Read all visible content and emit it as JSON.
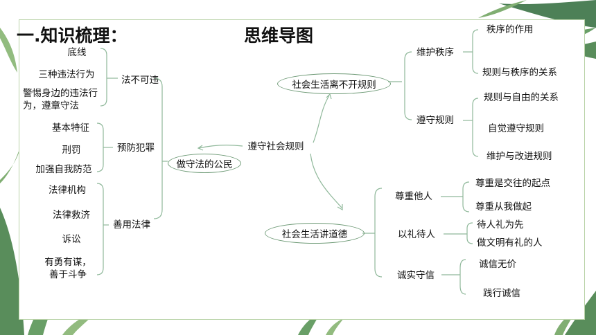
{
  "page": {
    "heading": "一.知识梳理：",
    "diagram_title": "思维导图"
  },
  "mindmap": {
    "root": "做守法的公民",
    "hub": "遵守社会规则",
    "law_branch": {
      "fabuke": {
        "label": "法不可违",
        "items": [
          "底线",
          "三种违法行为",
          "警惕身边的违法行为，遵章守法"
        ]
      },
      "yufang": {
        "label": "预防犯罪",
        "items": [
          "基本特征",
          "刑罚",
          "加强自我防范"
        ]
      },
      "shanyong": {
        "label": "善用法律",
        "items": [
          "法律机构",
          "法律救济",
          "诉讼",
          "有勇有谋，善于斗争"
        ]
      }
    },
    "rules_branch": {
      "label": "社会生活离不开规则",
      "weihu": {
        "label": "维护秩序",
        "items": [
          "秩序的作用",
          "规则与秩序的关系"
        ]
      },
      "zunshou": {
        "label": "遵守规则",
        "items": [
          "规则与自由的关系",
          "自觉遵守规则",
          "维护与改进规则"
        ]
      }
    },
    "morality_branch": {
      "label": "社会生活讲道德",
      "zunzhong": {
        "label": "尊重他人",
        "items": [
          "尊重是交往的起点",
          "尊重从我做起"
        ]
      },
      "yili": {
        "label": "以礼待人",
        "items": [
          "待人礼为先",
          "做文明有礼的人"
        ]
      },
      "chengshi": {
        "label": "诚实守信",
        "items": [
          "诚信无价",
          "践行诚信"
        ]
      }
    }
  },
  "colors": {
    "connector": "#8fb89a",
    "frame": "#b9d3a8",
    "leaf_dark": "#2f6b3a",
    "leaf_light": "#7fb069"
  },
  "decorations": [
    "palm-leaf-icon",
    "fern-leaf-icon"
  ]
}
